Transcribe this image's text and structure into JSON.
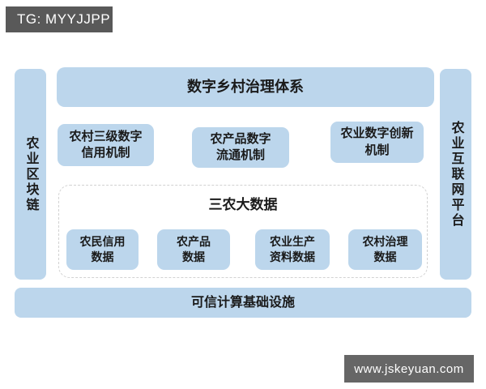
{
  "overlays": {
    "tg_badge": "TG: MYYJJPP",
    "site_badge": "www.jskeyuan.com"
  },
  "diagram": {
    "title": "数字乡村治理体系",
    "left_rail": "农业区块链",
    "right_rail": "农业互联网平台",
    "mechanisms": [
      {
        "label": "农村三级数字\n信用机制"
      },
      {
        "label": "农产品数字\n流通机制"
      },
      {
        "label": "农业数字创新\n机制"
      }
    ],
    "big_data": {
      "title": "三农大数据",
      "items": [
        {
          "label": "农民信用\n数据"
        },
        {
          "label": "农产品\n数据"
        },
        {
          "label": "农业生产\n资料数据"
        },
        {
          "label": "农村治理\n数据"
        }
      ]
    },
    "foundation": "可信计算基础设施"
  },
  "colors": {
    "box_fill": "#bcd6ec",
    "text": "#1a1a1a",
    "tg_badge_bg": "#595959",
    "site_badge_bg": "#666666",
    "dashed_border": "#d2d2d2",
    "background": "#ffffff"
  }
}
